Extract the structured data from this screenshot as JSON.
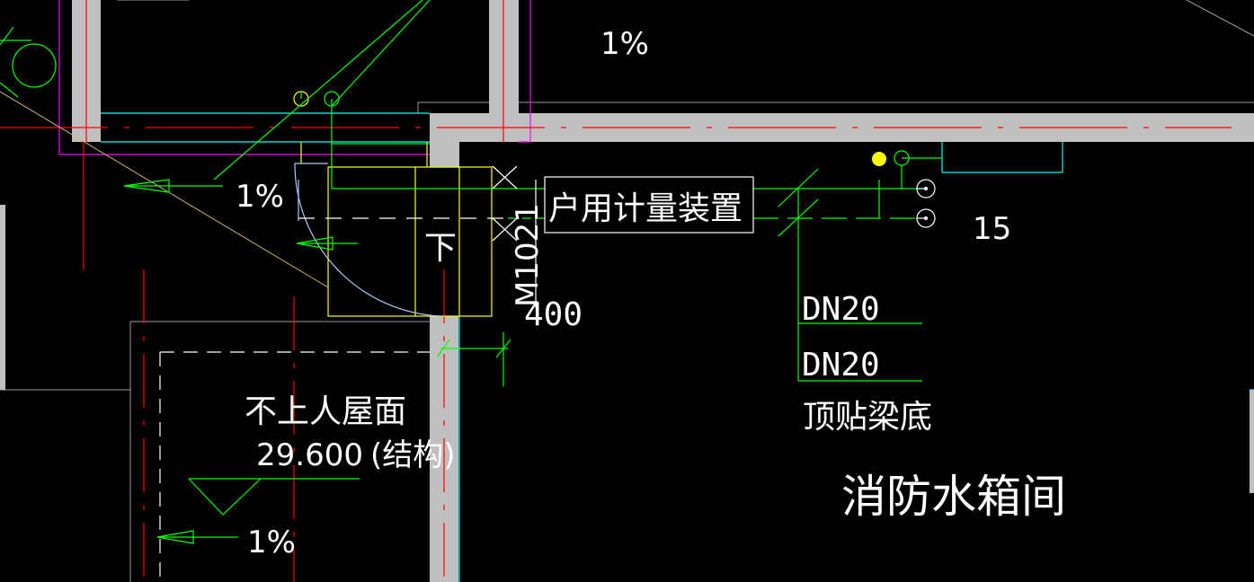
{
  "drawing": {
    "slope_labels": [
      "1%",
      "1%",
      "1%"
    ],
    "meter_device_label": "户用计量装置",
    "door_tag": "M1021",
    "down_label": "下",
    "dim_400": "400",
    "pipe_label_1": "DN20",
    "pipe_label_2": "DN20",
    "pipe_note": "顶贴梁底",
    "outlet_number": "15",
    "roof_label": "不上人屋面",
    "roof_elevation": "29.600",
    "roof_elevation_note": "(结构)",
    "room_name": "消防水箱间"
  },
  "colors": {
    "background": "#000000",
    "wall_fill": "#c0c0c0",
    "axis_red": "#ff0000",
    "pipe_green": "#00ff00",
    "outline_cyan": "#00ffff",
    "yellow": "#ffff00",
    "magenta": "#ff00ff",
    "text_white": "#ffffff"
  }
}
